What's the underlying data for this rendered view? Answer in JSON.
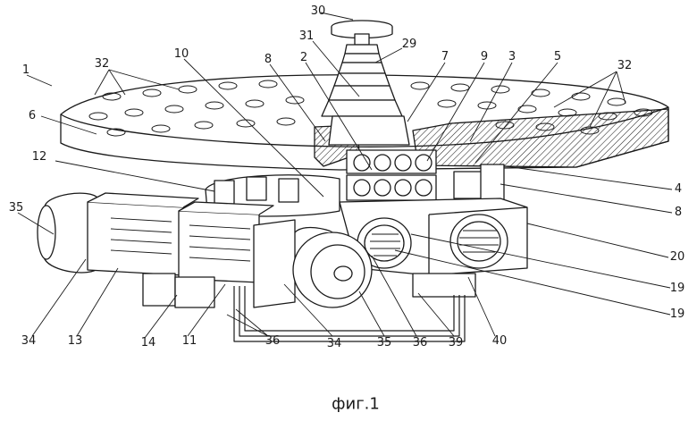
{
  "figure": {
    "caption": "фиг.1",
    "reference_numerals": [
      {
        "key": "n30",
        "text": "30"
      },
      {
        "key": "n31",
        "text": "31"
      },
      {
        "key": "n29",
        "text": "29"
      },
      {
        "key": "n1",
        "text": "1"
      },
      {
        "key": "n32a",
        "text": "32"
      },
      {
        "key": "n32b",
        "text": "32"
      },
      {
        "key": "n10",
        "text": "10"
      },
      {
        "key": "n8a",
        "text": "8"
      },
      {
        "key": "n2",
        "text": "2"
      },
      {
        "key": "n7",
        "text": "7"
      },
      {
        "key": "n9",
        "text": "9"
      },
      {
        "key": "n3",
        "text": "3"
      },
      {
        "key": "n5",
        "text": "5"
      },
      {
        "key": "n6",
        "text": "6"
      },
      {
        "key": "n12",
        "text": "12"
      },
      {
        "key": "n4",
        "text": "4"
      },
      {
        "key": "n8b",
        "text": "8"
      },
      {
        "key": "n35a",
        "text": "35"
      },
      {
        "key": "n20",
        "text": "20"
      },
      {
        "key": "n19a",
        "text": "19"
      },
      {
        "key": "n19b",
        "text": "19"
      },
      {
        "key": "n34a",
        "text": "34"
      },
      {
        "key": "n13",
        "text": "13"
      },
      {
        "key": "n14",
        "text": "14"
      },
      {
        "key": "n11",
        "text": "11"
      },
      {
        "key": "n36a",
        "text": "36"
      },
      {
        "key": "n34b",
        "text": "34"
      },
      {
        "key": "n35b",
        "text": "35"
      },
      {
        "key": "n36b",
        "text": "36"
      },
      {
        "key": "n39",
        "text": "39"
      },
      {
        "key": "n40",
        "text": "40"
      }
    ]
  }
}
